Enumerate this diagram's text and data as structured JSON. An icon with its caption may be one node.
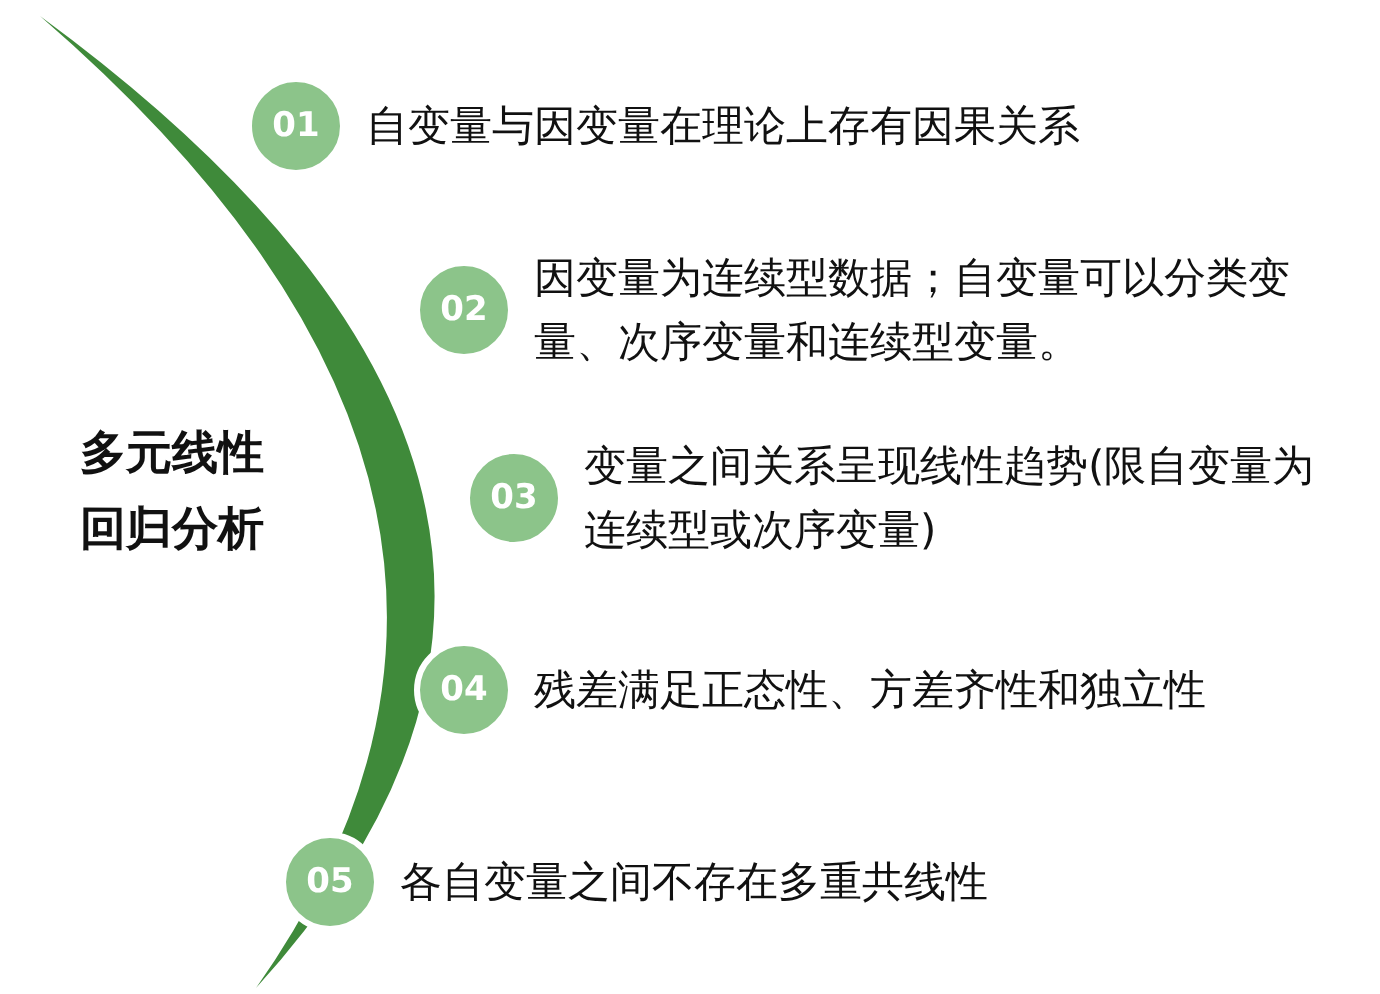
{
  "diagram": {
    "title": "多元线性回归分析",
    "nodes": [
      {
        "text": [
          "01"
        ],
        "beside": [
          "自变量与因变量在理论上存有因果关系"
        ]
      },
      {
        "text": [
          "02"
        ],
        "beside": [
          "因变量为连续型数据；自变量可以分类变量、次序变量和连续型变量。"
        ]
      },
      {
        "text": [
          "03"
        ],
        "beside": [
          "变量之间关系呈现线性趋势(限自变量为连续型或次序变量)"
        ]
      },
      {
        "text": [
          "04"
        ],
        "beside": [
          "残差满足正态性、方差齐性和独立性"
        ]
      },
      {
        "text": [
          "05"
        ],
        "beside": [
          "各自变量之间不存在多重共线性"
        ]
      }
    ]
  }
}
